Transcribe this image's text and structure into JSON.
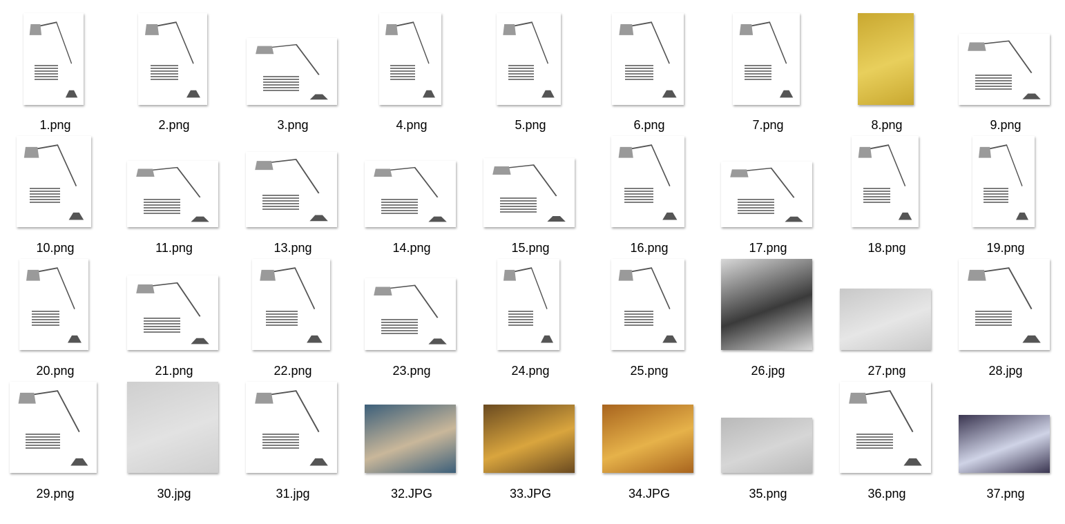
{
  "files": [
    {
      "name": "1.png",
      "kind": "product"
    },
    {
      "name": "2.png",
      "kind": "product"
    },
    {
      "name": "3.png",
      "kind": "product"
    },
    {
      "name": "4.png",
      "kind": "product"
    },
    {
      "name": "5.png",
      "kind": "product"
    },
    {
      "name": "6.png",
      "kind": "product"
    },
    {
      "name": "7.png",
      "kind": "product"
    },
    {
      "name": "8.png",
      "kind": "photo",
      "colors": [
        "#c9a830",
        "#e8cf5c"
      ]
    },
    {
      "name": "9.png",
      "kind": "product"
    },
    {
      "name": "10.png",
      "kind": "product"
    },
    {
      "name": "11.png",
      "kind": "product"
    },
    {
      "name": "13.png",
      "kind": "product"
    },
    {
      "name": "14.png",
      "kind": "product"
    },
    {
      "name": "15.png",
      "kind": "product"
    },
    {
      "name": "16.png",
      "kind": "product"
    },
    {
      "name": "17.png",
      "kind": "product"
    },
    {
      "name": "18.png",
      "kind": "product"
    },
    {
      "name": "19.png",
      "kind": "product"
    },
    {
      "name": "20.png",
      "kind": "product"
    },
    {
      "name": "21.png",
      "kind": "product"
    },
    {
      "name": "22.png",
      "kind": "product"
    },
    {
      "name": "23.png",
      "kind": "product"
    },
    {
      "name": "24.png",
      "kind": "product"
    },
    {
      "name": "25.png",
      "kind": "product"
    },
    {
      "name": "26.jpg",
      "kind": "photo",
      "colors": [
        "#d8d8d8",
        "#3a3a3a"
      ]
    },
    {
      "name": "27.png",
      "kind": "photo",
      "colors": [
        "#c8c8c8",
        "#e6e6e6"
      ]
    },
    {
      "name": "28.jpg",
      "kind": "product"
    },
    {
      "name": "29.png",
      "kind": "product"
    },
    {
      "name": "30.jpg",
      "kind": "photo",
      "colors": [
        "#cfcfcf",
        "#e2e2e2"
      ]
    },
    {
      "name": "31.jpg",
      "kind": "product"
    },
    {
      "name": "32.JPG",
      "kind": "photo",
      "colors": [
        "#3c5f7a",
        "#c9b79a"
      ]
    },
    {
      "name": "33.JPG",
      "kind": "photo",
      "colors": [
        "#6a4a20",
        "#d9a53e"
      ]
    },
    {
      "name": "34.JPG",
      "kind": "photo",
      "colors": [
        "#a8641e",
        "#e6b24a"
      ]
    },
    {
      "name": "35.png",
      "kind": "photo",
      "colors": [
        "#b9b9b9",
        "#d6d6d6"
      ]
    },
    {
      "name": "36.png",
      "kind": "product"
    },
    {
      "name": "37.png",
      "kind": "photo",
      "colors": [
        "#3a3550",
        "#cfd3e6"
      ]
    }
  ]
}
